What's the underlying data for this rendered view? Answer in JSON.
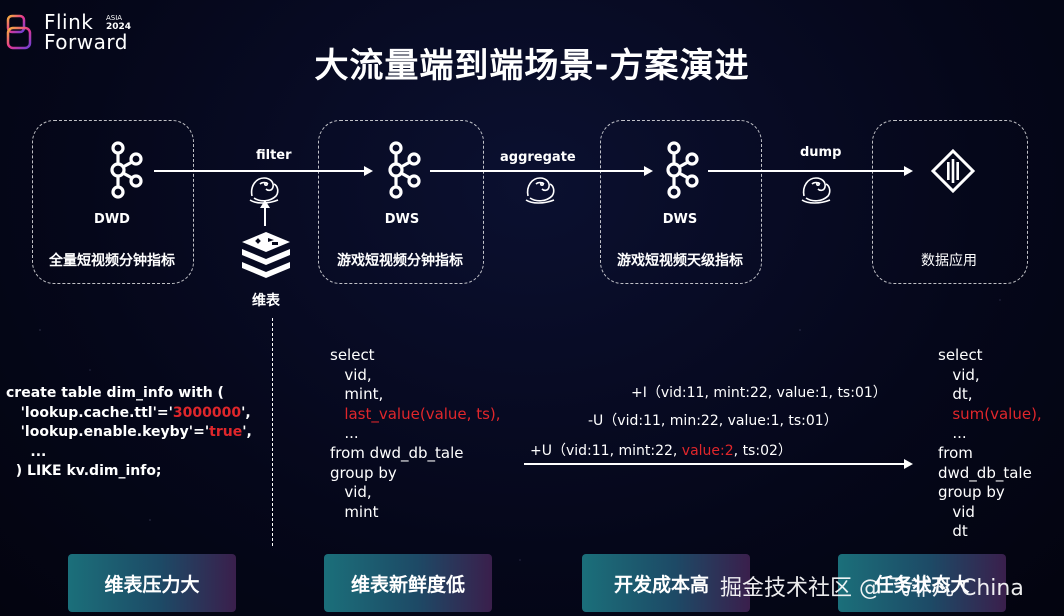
{
  "logo": {
    "line1": "Flink",
    "line2": "Forward",
    "region": "ASIA",
    "year": "2024"
  },
  "title": "大流量端到端场景-方案演进",
  "nodes": [
    {
      "name": "DWD",
      "label": "全量短视频分钟指标"
    },
    {
      "name": "DWS",
      "label": "游戏短视频分钟指标"
    },
    {
      "name": "DWS",
      "label": "游戏短视频天级指标"
    },
    {
      "name": "",
      "label": "数据应用"
    }
  ],
  "edges": {
    "filter": "filter",
    "aggregate": "aggregate",
    "dump": "dump"
  },
  "dim_table_label": "维表",
  "code_dim": {
    "l1": "create table dim_info with (",
    "l2a": "'lookup.cache.ttl'='",
    "l2b": "3000000",
    "l2c": "',",
    "l3a": "'lookup.enable.keyby'='",
    "l3b": "true",
    "l3c": "',",
    "l4": "...",
    "l5": ") LIKE kv.dim_info;"
  },
  "code_min": {
    "l1": "select",
    "l2": "vid,",
    "l3": "mint,",
    "l4": "last_value(value, ts),",
    "l5": "...",
    "l6": "from dwd_db_tale",
    "l7": "group by",
    "l8": "vid,",
    "l9": "mint"
  },
  "changelog": {
    "plus_i": "+I（vid:11, mint:22, value:1, ts:01）",
    "minus_u": "-U（vid:11, min:22, value:1, ts:01）",
    "plus_u_a": "+U（vid:11, mint:22, ",
    "plus_u_b": "value:2",
    "plus_u_c": ", ts:02）"
  },
  "code_day": {
    "l1": "select",
    "l2": "vid,",
    "l3": "dt,",
    "l4": "sum(value),",
    "l5": "...",
    "l6": "from",
    "l7": "dwd_db_tale",
    "l8": "group by",
    "l9": "vid",
    "l10": "dt"
  },
  "buttons": [
    "维表压力大",
    "维表新鲜度低",
    "开发成本高",
    "任务状态大"
  ],
  "watermark": "掘金技术社区 @ 飞非凡 China",
  "colors": {
    "highlight": "#e0262b",
    "background": "#05071a"
  }
}
